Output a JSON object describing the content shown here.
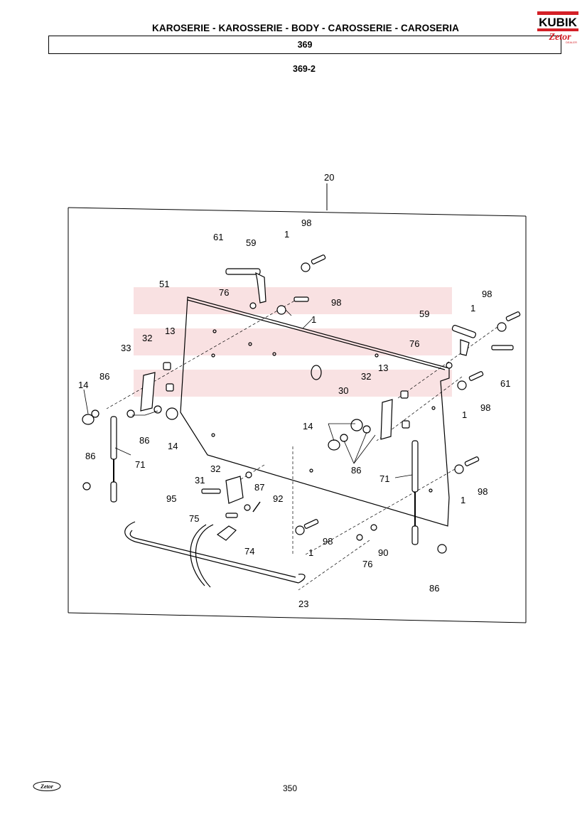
{
  "header": {
    "title": "KAROSERIE - KAROSSERIE - BODY - CAROSSERIE - CAROSERIA",
    "section": "369",
    "subsection": "369-2"
  },
  "brand": {
    "name": "KUBIK",
    "sub": "Zetor",
    "dealer": "DEALER",
    "accent": "#d42027"
  },
  "footer": {
    "page_number": "350",
    "logo_text": "Zetor"
  },
  "callouts": [
    "20",
    "98",
    "61",
    "59",
    "1",
    "51",
    "76",
    "98",
    "1",
    "98",
    "1",
    "59",
    "13",
    "32",
    "33",
    "76",
    "61",
    "13",
    "32",
    "30",
    "14",
    "86",
    "1",
    "98",
    "14",
    "86",
    "86",
    "14",
    "86",
    "71",
    "32",
    "31",
    "87",
    "92",
    "95",
    "75",
    "71",
    "98",
    "1",
    "74",
    "1",
    "98",
    "90",
    "76",
    "86",
    "23"
  ]
}
